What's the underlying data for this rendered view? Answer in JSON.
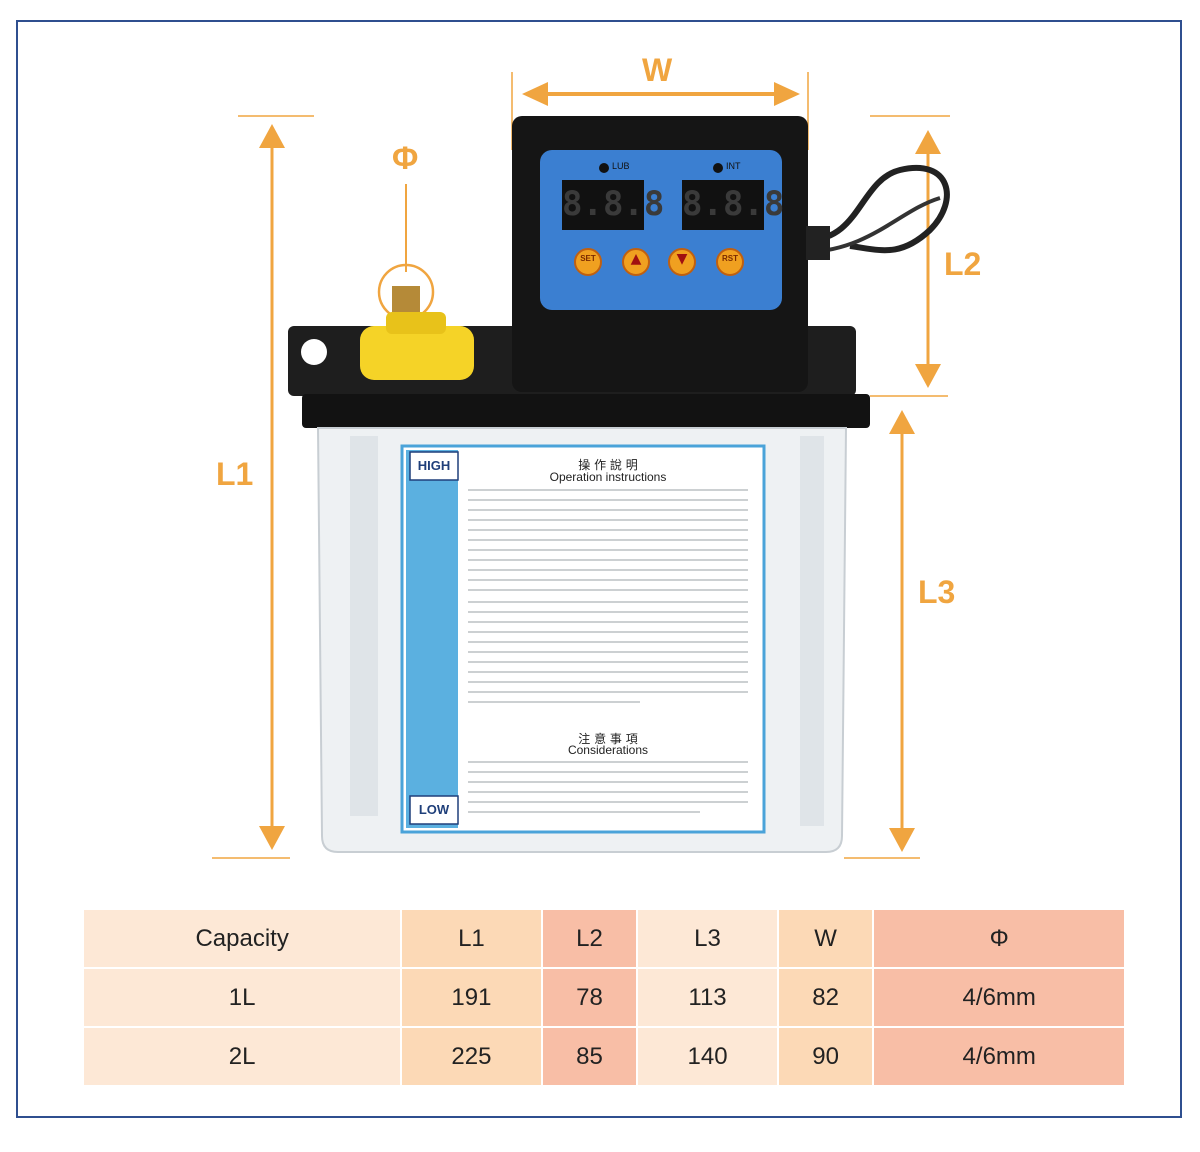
{
  "dimensions": {
    "w": "W",
    "phi": "Φ",
    "l1": "L1",
    "l2": "L2",
    "l3": "L3"
  },
  "panel": {
    "lub_label": "LUB",
    "int_label": "INT",
    "left_display": "8.8.8",
    "right_display": "8.8.8",
    "buttons": [
      "SET",
      "▲",
      "▼",
      "RST"
    ]
  },
  "tank": {
    "high_label": "HIGH",
    "low_label": "LOW",
    "instructions_title_cn": "操 作 說 明",
    "instructions_title_en": "Operation instructions",
    "considerations_title_cn": "注 意 事 項",
    "considerations_title_en": "Considerations"
  },
  "colors": {
    "accent": "#f0a540",
    "frame": "#2f4f8f",
    "panel_blue": "#3b7fd1",
    "cap_yellow": "#f5d327"
  },
  "table": {
    "headers": [
      "Capacity",
      "L1",
      "L2",
      "L3",
      "W",
      "Φ"
    ],
    "rows": [
      [
        "1L",
        "191",
        "78",
        "113",
        "82",
        "4/6mm"
      ],
      [
        "2L",
        "225",
        "85",
        "140",
        "90",
        "4/6mm"
      ]
    ]
  }
}
